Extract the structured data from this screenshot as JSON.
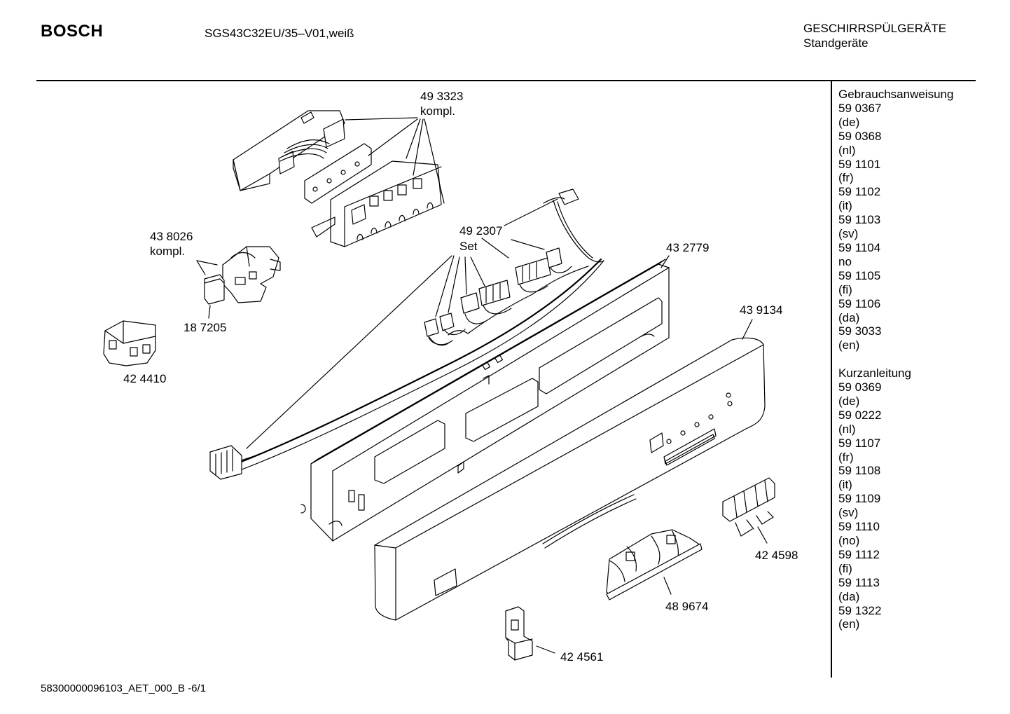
{
  "header": {
    "brand": "BOSCH",
    "model": "SGS43C32EU/35–V01,weiß",
    "category": "GESCHIRRSPÜLGERÄTE",
    "subcategory": "Standgeräte"
  },
  "sidebar": {
    "sections": [
      {
        "title": "Gebrauchsanweisung",
        "items": [
          "59 0367",
          "(de)",
          "59 0368",
          "(nl)",
          "59 1101",
          "(fr)",
          "59 1102",
          "(it)",
          "59 1103",
          "(sv)",
          "59 1104",
          "no",
          "59 1105",
          "(fi)",
          "59 1106",
          "(da)",
          "59 3033",
          "(en)"
        ]
      },
      {
        "title": "Kurzanleitung",
        "items": [
          "59 0369",
          "(de)",
          "59 0222",
          "(nl)",
          "59 1107",
          "(fr)",
          "59 1108",
          "(it)",
          "59 1109",
          "(sv)",
          "59 1110",
          "(no)",
          "59 1112",
          "(fi)",
          "59 1113",
          "(da)",
          "59 1322",
          "(en)"
        ]
      }
    ]
  },
  "parts": {
    "p493323": "49 3323",
    "p493323_note": "kompl.",
    "p438026": "43 8026",
    "p438026_note": "kompl.",
    "p187205": "18 7205",
    "p424410": "42 4410",
    "p492307": "49 2307",
    "p492307_note": "Set",
    "p432779": "43 2779",
    "p439134": "43 9134",
    "p424598": "42 4598",
    "p489674": "48 9674",
    "p424561": "42 4561"
  },
  "footer": {
    "doc_id": "58300000096103_AET_000_B -6/1"
  }
}
